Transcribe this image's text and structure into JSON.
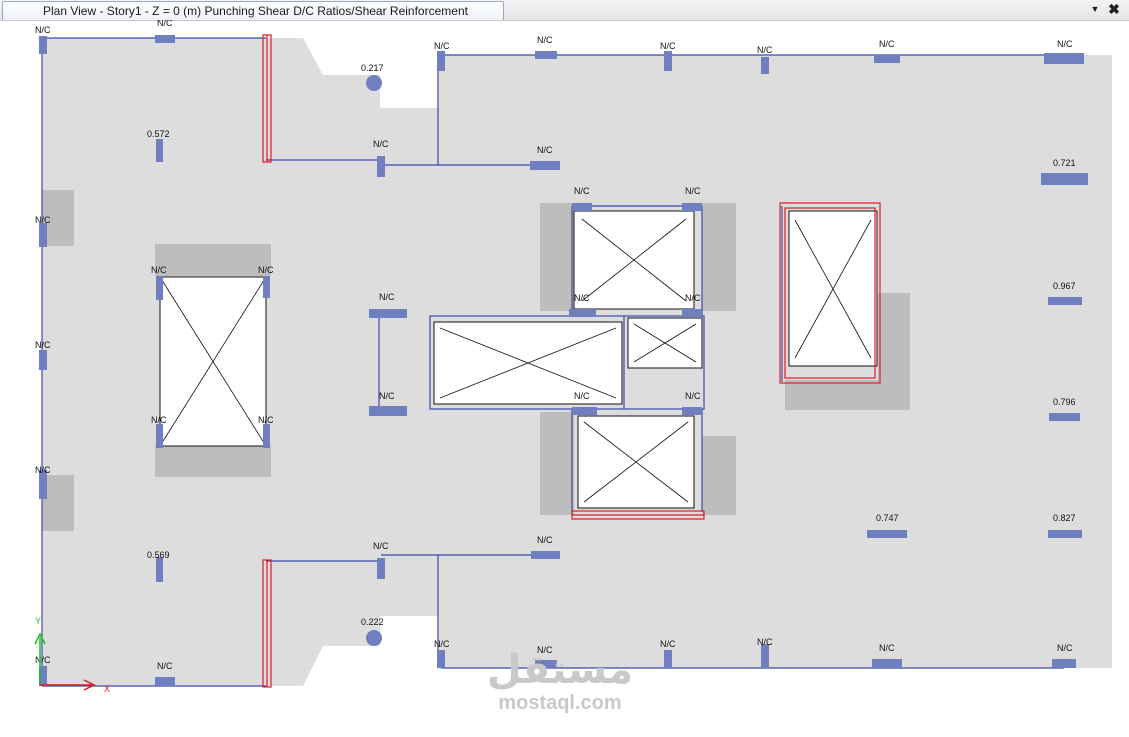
{
  "window": {
    "tab_title": "Plan View - Story1 - Z = 0 (m)  Punching Shear D/C Ratios/Shear Reinforcement",
    "dropdown_glyph": "▼",
    "close_glyph": "✖"
  },
  "axes": {
    "x_label": "X",
    "y_label": "Y"
  },
  "labels": {
    "nc": "N/C",
    "r_0217": "0.217",
    "r_0572": "0.572",
    "r_0721": "0.721",
    "r_0967": "0.967",
    "r_0796": "0.796",
    "r_0747": "0.747",
    "r_0827": "0.827",
    "r_0569": "0.569",
    "r_0222": "0.222"
  },
  "colors": {
    "slab": "#dddddd",
    "drop_panel": "#bdbdbd",
    "column": "#6f7fbf",
    "beam": "#3b4aa8",
    "wall": "#e01b24",
    "axis_x": "#e01b24",
    "axis_y": "#19c020"
  },
  "watermark": {
    "arabic": "مستقل",
    "latin": "mostaql.com"
  }
}
